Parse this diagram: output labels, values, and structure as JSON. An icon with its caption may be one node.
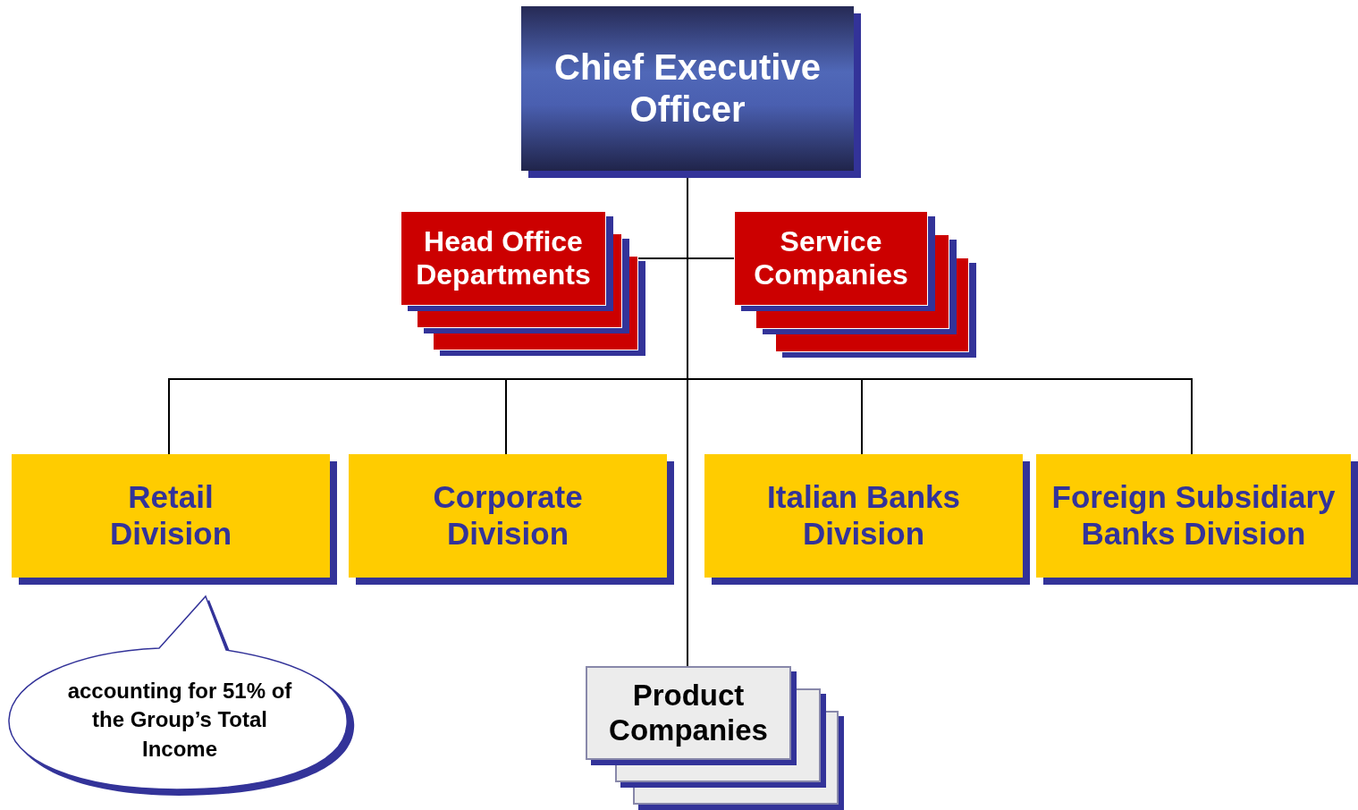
{
  "diagram": {
    "nodes": [
      {
        "text": [
          "Chief Executive Officer"
        ]
      },
      {
        "text": [
          "Head Office Departments"
        ]
      },
      {
        "text": [
          "Service Companies"
        ]
      },
      {
        "text": [
          "Retail Division"
        ]
      },
      {
        "text": [
          "Corporate Division"
        ]
      },
      {
        "text": [
          "Italian Banks Division"
        ]
      },
      {
        "text": [
          "Foreign Subsidiary Banks Division"
        ]
      },
      {
        "text": [
          "Product Companies"
        ]
      },
      {
        "text": [
          "accounting for 51% of the Group’s Total Income"
        ]
      }
    ],
    "edges": [
      {
        "from": 0,
        "to": 1,
        "arrow": "none"
      },
      {
        "from": 0,
        "to": 2,
        "arrow": "none"
      },
      {
        "from": 0,
        "to": 3,
        "arrow": "none"
      },
      {
        "from": 0,
        "to": 4,
        "arrow": "none"
      },
      {
        "from": 0,
        "to": 5,
        "arrow": "none"
      },
      {
        "from": 0,
        "to": 6,
        "arrow": "none"
      },
      {
        "from": 0,
        "to": 7,
        "arrow": "none"
      }
    ]
  }
}
